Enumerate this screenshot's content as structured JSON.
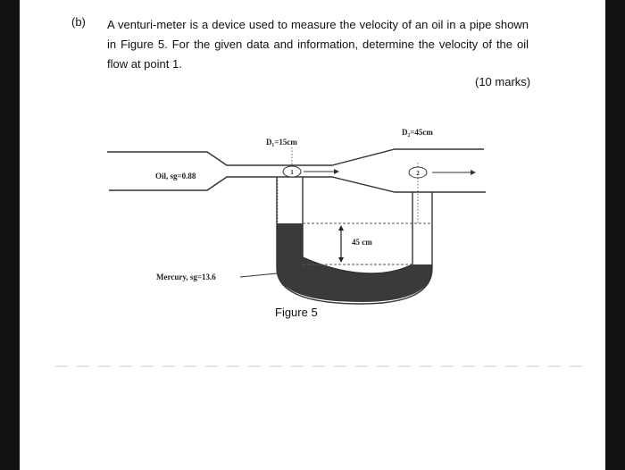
{
  "question": {
    "label": "(b)",
    "text": "A venturi-meter is a device used to measure the velocity of an oil in a pipe shown in Figure 5. For the given data and information, determine the velocity of the oil flow at point 1.",
    "marks": "(10 marks)"
  },
  "figure": {
    "caption": "Figure 5",
    "d1_label": "D₁=15cm",
    "d2_label": "D₂=45cm",
    "oil_label": "Oil, sg=0.88",
    "mercury_label": "Mercury, sg=13.6",
    "height_label": "45 cm",
    "point1": "1",
    "point2": "2"
  }
}
